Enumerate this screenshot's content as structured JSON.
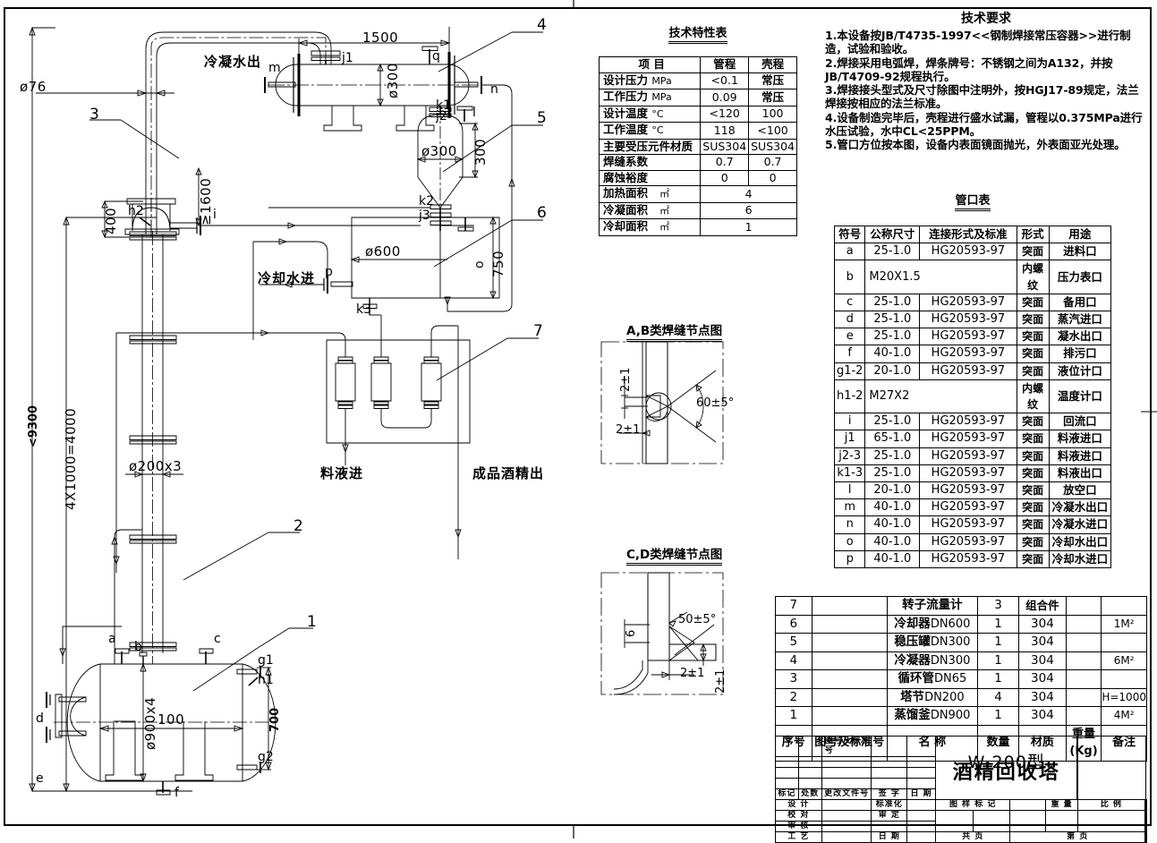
{
  "drawing": {
    "spec_table": {
      "title": "技术特性表",
      "headers": [
        "项        目",
        "管程",
        "壳程"
      ],
      "rows": [
        {
          "item": "设计压力",
          "unit": "MPa",
          "tube": "<0.1",
          "shell": "常压",
          "tube_bold": false,
          "shell_bold": true
        },
        {
          "item": "工作压力",
          "unit": "MPa",
          "tube": "0.09",
          "shell": "常压",
          "tube_bold": false,
          "shell_bold": true
        },
        {
          "item": "设计温度",
          "unit": "°C",
          "tube": "<120",
          "shell": "100",
          "tube_bold": false,
          "shell_bold": false
        },
        {
          "item": "工作温度",
          "unit": "°C",
          "tube": "118",
          "shell": "<100",
          "tube_bold": false,
          "shell_bold": false
        },
        {
          "item": "主要受压元件材质",
          "unit": "",
          "tube": "SUS304",
          "shell": "SUS304",
          "tube_bold": false,
          "shell_bold": false
        },
        {
          "item": "焊缝系数",
          "unit": "",
          "tube": "0.7",
          "shell": "0.7",
          "tube_bold": false,
          "shell_bold": false
        },
        {
          "item": "腐蚀裕度",
          "unit": "",
          "tube": "0",
          "shell": "0",
          "tube_bold": false,
          "shell_bold": false
        }
      ],
      "merged_rows": [
        {
          "item": "加热面积",
          "unit": "㎡",
          "value": "4"
        },
        {
          "item": "冷凝面积",
          "unit": "㎡",
          "value": "6"
        },
        {
          "item": "冷却面积",
          "unit": "㎡",
          "value": "1"
        }
      ]
    },
    "requirements": {
      "title": "技术要求",
      "items": [
        "1.本设备按JB/T4735-1997<<钢制焊接常压容器>>进行制造，试验和验收。",
        "2.焊接采用电弧焊，焊条牌号：不锈钢之间为A132，并按JB/T4709-92规程执行。",
        "3.焊接接头型式及尺寸除图中注明外，按HGJ17-89规定，法兰焊接按相应的法兰标准。",
        "4.设备制造完毕后，壳程进行盛水试漏，管程以0.375MPa进行水压试验，水中CL<25PPM。",
        "5.管口方位按本图，设备内表面镜面抛光，外表面亚光处理。"
      ]
    },
    "nozzle_table": {
      "title": "管口表",
      "headers": [
        "符号",
        "公称尺寸",
        "连接形式及标准",
        "形式",
        "用途"
      ],
      "rows": [
        {
          "sym": "a",
          "size": "25-1.0",
          "std": "HG20593-97",
          "form": "突面",
          "use": "进料口"
        },
        {
          "sym": "b",
          "size": "M20X1.5",
          "std": "",
          "form": "内螺纹",
          "use": "压力表口"
        },
        {
          "sym": "c",
          "size": "25-1.0",
          "std": "HG20593-97",
          "form": "突面",
          "use": "备用口"
        },
        {
          "sym": "d",
          "size": "25-1.0",
          "std": "HG20593-97",
          "form": "突面",
          "use": "蒸汽进口"
        },
        {
          "sym": "e",
          "size": "25-1.0",
          "std": "HG20593-97",
          "form": "突面",
          "use": "凝水出口"
        },
        {
          "sym": "f",
          "size": "40-1.0",
          "std": "HG20593-97",
          "form": "突面",
          "use": "排污口"
        },
        {
          "sym": "g1-2",
          "size": "20-1.0",
          "std": "HG20593-97",
          "form": "突面",
          "use": "液位计口"
        },
        {
          "sym": "h1-2",
          "size": "M27X2",
          "std": "",
          "form": "内螺纹",
          "use": "温度计口"
        },
        {
          "sym": "i",
          "size": "25-1.0",
          "std": "HG20593-97",
          "form": "突面",
          "use": "回流口"
        },
        {
          "sym": "j1",
          "size": "65-1.0",
          "std": "HG20593-97",
          "form": "突面",
          "use": "料液进口"
        },
        {
          "sym": "j2-3",
          "size": "25-1.0",
          "std": "HG20593-97",
          "form": "突面",
          "use": "料液进口"
        },
        {
          "sym": "k1-3",
          "size": "25-1.0",
          "std": "HG20593-97",
          "form": "突面",
          "use": "料液出口"
        },
        {
          "sym": "l",
          "size": "20-1.0",
          "std": "HG20593-97",
          "form": "突面",
          "use": "放空口"
        },
        {
          "sym": "m",
          "size": "40-1.0",
          "std": "HG20593-97",
          "form": "突面",
          "use": "冷凝水出口"
        },
        {
          "sym": "n",
          "size": "40-1.0",
          "std": "HG20593-97",
          "form": "突面",
          "use": "冷凝水进口"
        },
        {
          "sym": "o",
          "size": "40-1.0",
          "std": "HG20593-97",
          "form": "突面",
          "use": "冷却水出口"
        },
        {
          "sym": "p",
          "size": "40-1.0",
          "std": "HG20593-97",
          "form": "突面",
          "use": "冷却水进口"
        }
      ]
    },
    "bom": {
      "headers": [
        "序号",
        "图号及标准号",
        "名      称",
        "数量",
        "材质",
        "重量(Kg)",
        "备注"
      ],
      "rows": [
        {
          "no": "7",
          "code": "",
          "name": "转子流量计",
          "spec": "",
          "qty": "3",
          "mat": "组合件",
          "wt": "",
          "rem": ""
        },
        {
          "no": "6",
          "code": "",
          "name": "冷却器",
          "spec": "DN600",
          "qty": "1",
          "mat": "304",
          "wt": "",
          "rem": "1M²"
        },
        {
          "no": "5",
          "code": "",
          "name": "稳压罐",
          "spec": "DN300",
          "qty": "1",
          "mat": "304",
          "wt": "",
          "rem": ""
        },
        {
          "no": "4",
          "code": "",
          "name": "冷凝器",
          "spec": "DN300",
          "qty": "1",
          "mat": "304",
          "wt": "",
          "rem": "6M²"
        },
        {
          "no": "3",
          "code": "",
          "name": "循环管",
          "spec": "DN65",
          "qty": "1",
          "mat": "304",
          "wt": "",
          "rem": ""
        },
        {
          "no": "2",
          "code": "",
          "name": "塔节",
          "spec": "DN200",
          "qty": "4",
          "mat": "304",
          "wt": "",
          "rem": "H=1000"
        },
        {
          "no": "1",
          "code": "",
          "name": "蒸馏釜",
          "spec": "DN900",
          "qty": "1",
          "mat": "304",
          "wt": "",
          "rem": "4M²"
        }
      ]
    },
    "titleblock": {
      "model": "W-200型",
      "name": "酒精回收塔",
      "rev_headers": [
        "标记",
        "处数",
        "更改文件号",
        "签 字",
        "日 期"
      ],
      "left_rows": [
        {
          "a": "设  计",
          "b": "",
          "c": "标准化",
          "d": ""
        },
        {
          "a": "校  对",
          "b": "",
          "c": "审  定",
          "d": ""
        },
        {
          "a": "审  核",
          "b": "",
          "c": "",
          "d": ""
        },
        {
          "a": "工  艺",
          "b": "",
          "c": "日  期",
          "d": ""
        }
      ],
      "mark_label": "图 样 标 记",
      "weight_label": "重 量",
      "scale_label": "比 例",
      "sheet_total_label": "共        页",
      "sheet_no_label": "第        页"
    },
    "weld_details": [
      {
        "title": "A,B类焊缝节点图",
        "angle": "60±5°",
        "gap": "2±1",
        "root": "2±1"
      },
      {
        "title": "C,D类焊缝节点图",
        "angle": "50±5°",
        "gap": "2±1",
        "root": "2±1",
        "leg": "6"
      }
    ],
    "labels": {
      "condensate_out": "冷凝水出",
      "cooling_water_in": "冷却水进",
      "feed_in": "料液进",
      "product_out": "成品酒精出"
    },
    "dimensions": {
      "total_height": "<9300",
      "tower_stack": "4X1000=4000",
      "condenser_len": "1500",
      "condenser_dia": "ø300",
      "loop_pipe": "ø76",
      "min_height": "≥1600",
      "elbow_400": "400",
      "sep_dia": "ø300",
      "sep_h": "300",
      "cooler_dia": "ø600",
      "cooler_h": "750",
      "tower_dia": "ø200x3",
      "kettle_dia": "ø900x4",
      "kettle_len": "100",
      "kettle_h": "700"
    },
    "item_balloons": [
      "1",
      "2",
      "3",
      "4",
      "5",
      "6",
      "7"
    ],
    "nozzle_tags": [
      "a",
      "b",
      "c",
      "d",
      "e",
      "f",
      "g1",
      "g2",
      "h1",
      "h2",
      "i",
      "j1",
      "j2",
      "j3",
      "k1",
      "k2",
      "k3",
      "l",
      "m",
      "n",
      "o",
      "p",
      "q"
    ]
  }
}
